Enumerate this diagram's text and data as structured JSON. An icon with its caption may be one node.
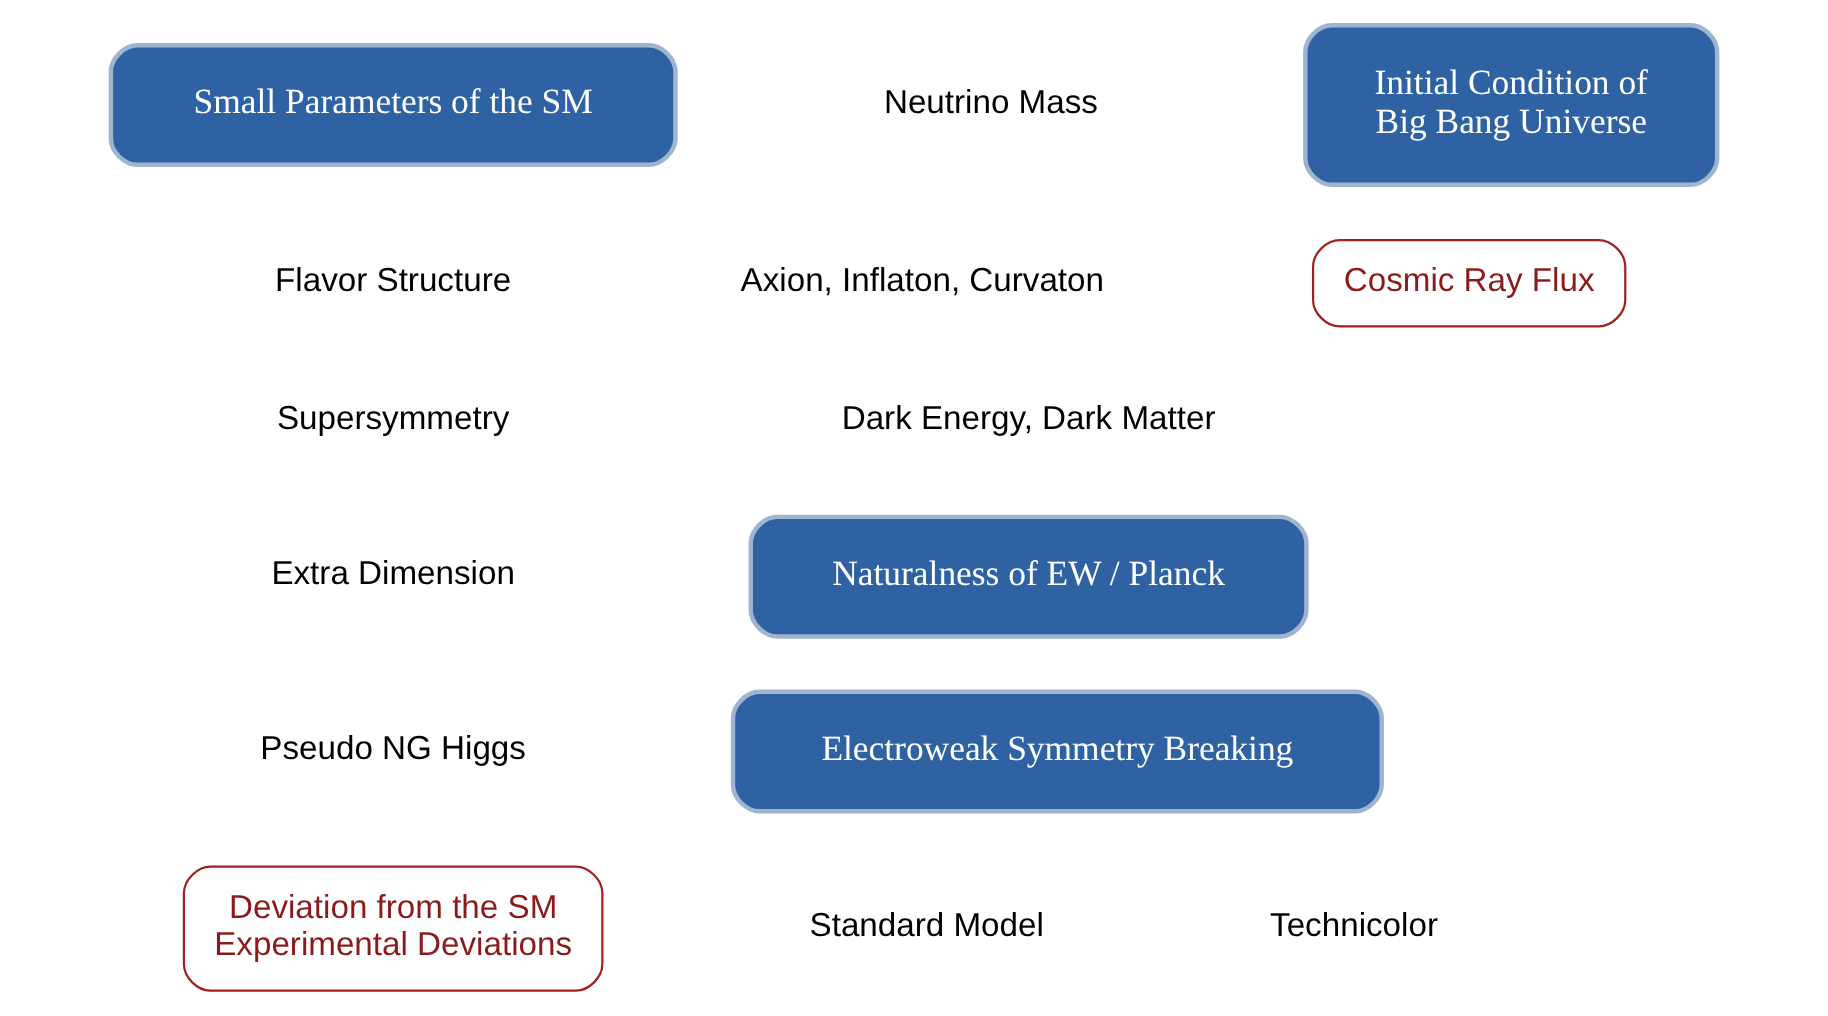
{
  "diagram": {
    "nodes": [
      {
        "text": [
          "Small Parameters of the SM"
        ]
      },
      {
        "text": [
          "Initial Condition of Big Bang Universe"
        ]
      },
      {
        "text": [
          "Cosmic Ray Flux"
        ]
      },
      {
        "text": [
          "Naturalness of EW / Planck"
        ]
      },
      {
        "text": [
          "Electroweak Symmetry Breaking"
        ]
      },
      {
        "text": [
          "Deviation from the SM",
          "Experimental Deviations"
        ]
      }
    ],
    "edges": [],
    "labels": [
      "Neutrino Mass",
      "Flavor Structure",
      "Axion, Inflaton, Curvaton",
      "Supersymmetry",
      "Dark Energy, Dark Matter",
      "Extra Dimension",
      "Pseudo NG Higgs",
      "Technicolor",
      "Standard Model"
    ]
  }
}
